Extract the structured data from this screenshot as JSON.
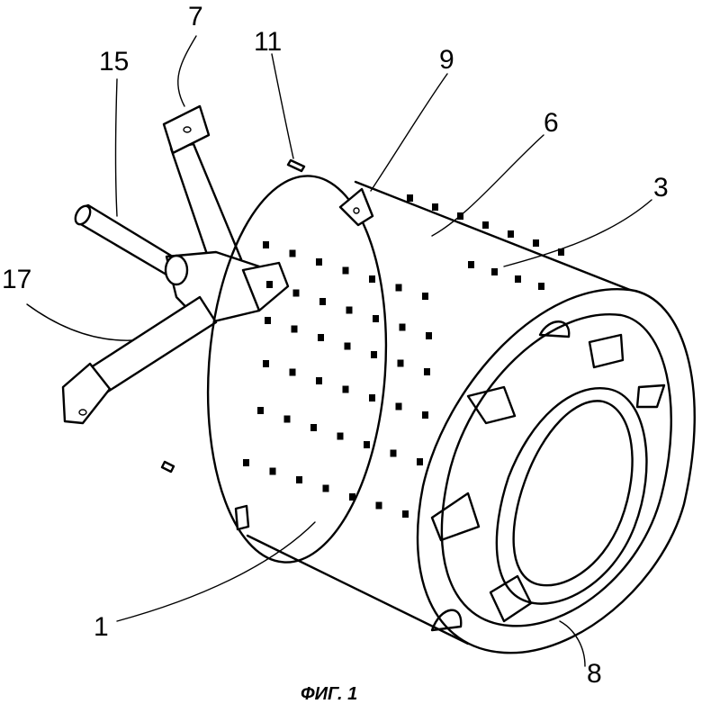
{
  "figure": {
    "caption": "ФИГ. 1",
    "reference_numerals": {
      "n1": "1",
      "n3": "3",
      "n6": "6",
      "n7": "7",
      "n8": "8",
      "n9": "9",
      "n11": "11",
      "n15": "15",
      "n17": "17"
    }
  },
  "colors": {
    "ink": "#000000",
    "paper": "#ffffff"
  }
}
